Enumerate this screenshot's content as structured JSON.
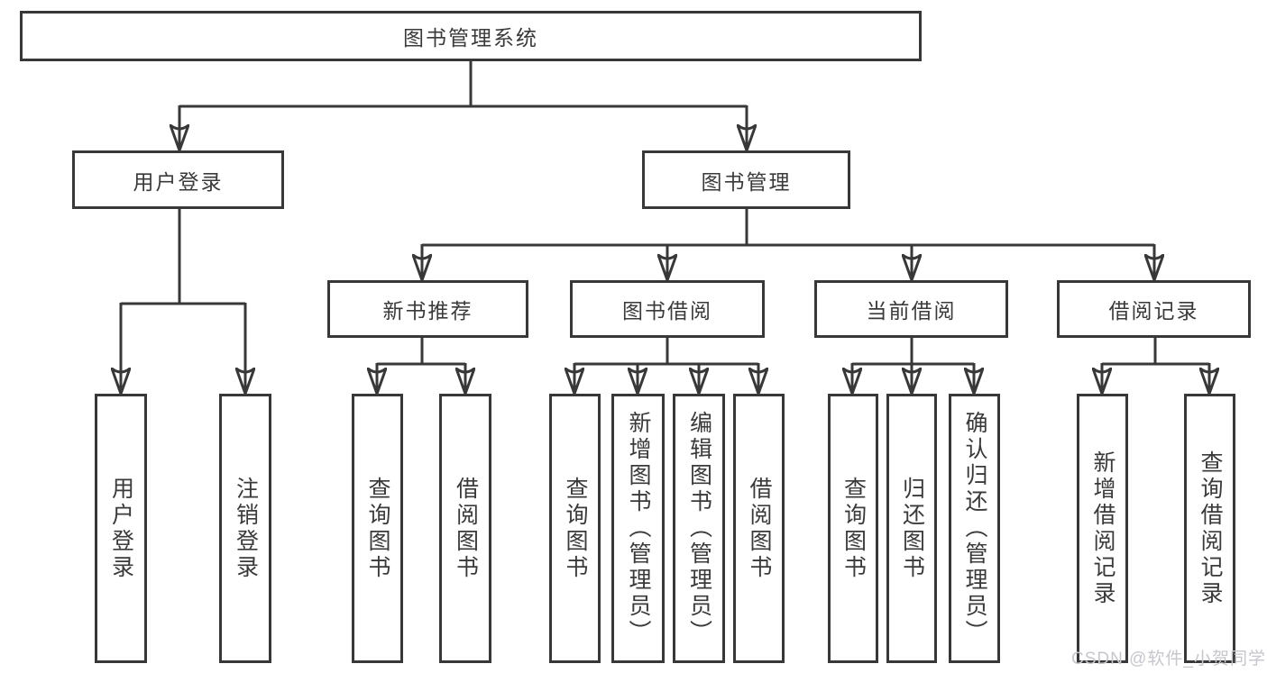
{
  "tree": {
    "root": {
      "label": "图书管理系统"
    },
    "branches": [
      {
        "label": "用户登录",
        "children": [
          {
            "label": "用户登录"
          },
          {
            "label": "注销登录"
          }
        ]
      },
      {
        "label": "图书管理",
        "children": [
          {
            "label": "新书推荐",
            "children": [
              {
                "label": "查询图书"
              },
              {
                "label": "借阅图书"
              }
            ]
          },
          {
            "label": "图书借阅",
            "children": [
              {
                "label": "查询图书"
              },
              {
                "label": "新增图书（管理员）"
              },
              {
                "label": "编辑图书（管理员）"
              },
              {
                "label": "借阅图书"
              }
            ]
          },
          {
            "label": "当前借阅",
            "children": [
              {
                "label": "查询图书"
              },
              {
                "label": "归还图书"
              },
              {
                "label": "确认归还（管理员）"
              }
            ]
          },
          {
            "label": "借阅记录",
            "children": [
              {
                "label": "新增借阅记录"
              },
              {
                "label": "查询借阅记录"
              }
            ]
          }
        ]
      }
    ]
  },
  "watermark": "CSDN @软件_小贺同学",
  "colors": {
    "line": "#383838",
    "text": "#3a3a3a",
    "wm": "#c6c6ce",
    "box_fill": "#ffffff"
  }
}
